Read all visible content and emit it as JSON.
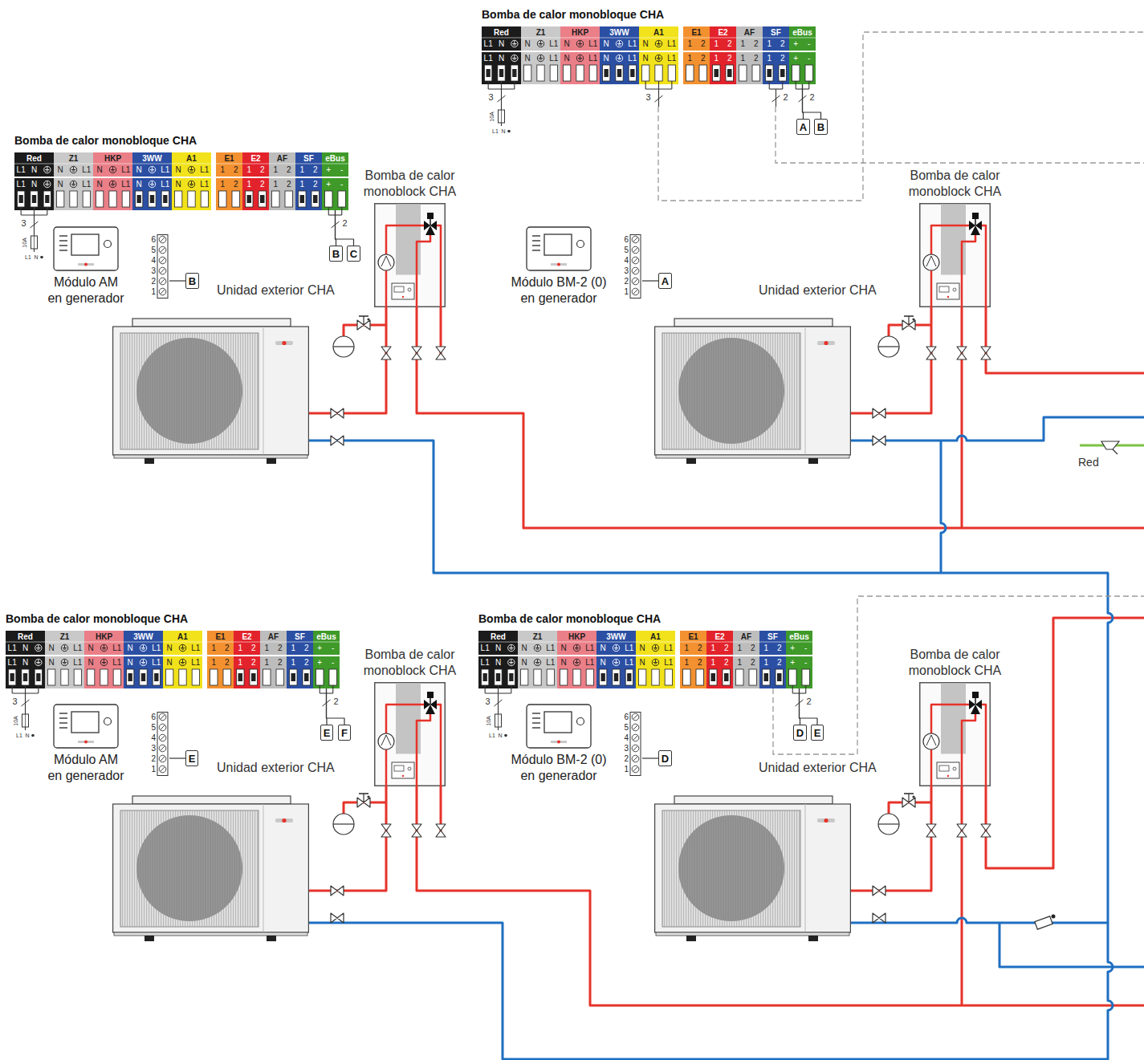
{
  "diagram": {
    "nodes": [
      {
        "text": [
          "Bomba de calor monobloque CHA"
        ]
      },
      {
        "text": [
          "B"
        ]
      },
      {
        "text": [
          "C"
        ]
      },
      {
        "text": [
          "Módulo AM en generador"
        ]
      },
      {
        "text": [
          "6",
          "5",
          "4",
          "3",
          "2",
          "1"
        ]
      },
      {
        "text": [
          "B"
        ]
      },
      {
        "text": [
          "Bomba de calor monoblock CHA"
        ]
      },
      {
        "text": [
          "Unidad exterior CHA"
        ]
      },
      {
        "text": [
          "Bomba de calor monobloque CHA"
        ]
      },
      {
        "text": [
          "A"
        ]
      },
      {
        "text": [
          "B"
        ]
      },
      {
        "text": [
          "Módulo BM-2 (0) en generador"
        ]
      },
      {
        "text": [
          "6",
          "5",
          "4",
          "3",
          "2",
          "1"
        ]
      },
      {
        "text": [
          "A"
        ]
      },
      {
        "text": [
          "Bomba de calor monoblock CHA"
        ]
      },
      {
        "text": [
          "Unidad exterior CHA"
        ]
      },
      {
        "text": [
          "Bomba de calor monobloque CHA"
        ]
      },
      {
        "text": [
          "E"
        ]
      },
      {
        "text": [
          "F"
        ]
      },
      {
        "text": [
          "Módulo AM en generador"
        ]
      },
      {
        "text": [
          "6",
          "5",
          "4",
          "3",
          "2",
          "1"
        ]
      },
      {
        "text": [
          "E"
        ]
      },
      {
        "text": [
          "Bomba de calor monoblock CHA"
        ]
      },
      {
        "text": [
          "Unidad exterior CHA"
        ]
      },
      {
        "text": [
          "Bomba de calor monobloque CHA"
        ]
      },
      {
        "text": [
          "D"
        ]
      },
      {
        "text": [
          "E"
        ]
      },
      {
        "text": [
          "Módulo BM-2 (0) en generador"
        ]
      },
      {
        "text": [
          "6",
          "5",
          "4",
          "3",
          "2",
          "1"
        ]
      },
      {
        "text": [
          "D"
        ]
      },
      {
        "text": [
          "Bomba de calor monoblock CHA"
        ]
      },
      {
        "text": [
          "Unidad exterior CHA"
        ]
      }
    ],
    "edges": [
      {
        "from": 0,
        "to": 1,
        "arrow": "none"
      },
      {
        "from": 0,
        "to": 2,
        "arrow": "none"
      },
      {
        "from": 4,
        "to": 5,
        "arrow": "none"
      },
      {
        "from": 7,
        "to": 6,
        "arrow": "none"
      },
      {
        "from": 8,
        "to": 9,
        "arrow": "none"
      },
      {
        "from": 8,
        "to": 10,
        "arrow": "none"
      },
      {
        "from": 12,
        "to": 13,
        "arrow": "none"
      },
      {
        "from": 15,
        "to": 14,
        "arrow": "none"
      },
      {
        "from": 16,
        "to": 17,
        "arrow": "none"
      },
      {
        "from": 16,
        "to": 18,
        "arrow": "none"
      },
      {
        "from": 20,
        "to": 21,
        "arrow": "none"
      },
      {
        "from": 23,
        "to": 22,
        "arrow": "none"
      },
      {
        "from": 24,
        "to": 25,
        "arrow": "none"
      },
      {
        "from": 24,
        "to": 26,
        "arrow": "none"
      },
      {
        "from": 28,
        "to": 29,
        "arrow": "none"
      },
      {
        "from": 31,
        "to": 30,
        "arrow": "none"
      }
    ],
    "labels": [
      "Red",
      "Z1",
      "HKP",
      "3WW",
      "A1",
      "E1",
      "E2",
      "AF",
      "SF",
      "eBus",
      "L1",
      "N",
      "N",
      "L1",
      "N",
      "L1",
      "N",
      "L1",
      "N",
      "L1",
      "1",
      "2",
      "1",
      "2",
      "1",
      "2",
      "1",
      "2",
      "+",
      "-",
      "L1",
      "N",
      "N",
      "L1",
      "N",
      "L1",
      "N",
      "L1",
      "N",
      "L1",
      "1",
      "2",
      "1",
      "2",
      "1",
      "2",
      "1",
      "2",
      "+",
      "-",
      "3",
      "2",
      "10A",
      "L1",
      "N",
      "Red",
      "Z1",
      "HKP",
      "3WW",
      "A1",
      "E1",
      "E2",
      "AF",
      "SF",
      "eBus",
      "L1",
      "N",
      "N",
      "L1",
      "N",
      "L1",
      "N",
      "L1",
      "N",
      "L1",
      "1",
      "2",
      "1",
      "2",
      "1",
      "2",
      "1",
      "2",
      "+",
      "-",
      "L1",
      "N",
      "N",
      "L1",
      "N",
      "L1",
      "N",
      "L1",
      "N",
      "L1",
      "1",
      "2",
      "1",
      "2",
      "1",
      "2",
      "1",
      "2",
      "+",
      "-",
      "3",
      "3",
      "2",
      "2",
      "10A",
      "L1",
      "N",
      "Red",
      "Z1",
      "HKP",
      "3WW",
      "A1",
      "E1",
      "E2",
      "AF",
      "SF",
      "eBus",
      "L1",
      "N",
      "N",
      "L1",
      "N",
      "L1",
      "N",
      "L1",
      "N",
      "L1",
      "1",
      "2",
      "1",
      "2",
      "1",
      "2",
      "1",
      "2",
      "+",
      "-",
      "L1",
      "N",
      "N",
      "L1",
      "N",
      "L1",
      "N",
      "L1",
      "N",
      "L1",
      "1",
      "2",
      "1",
      "2",
      "1",
      "2",
      "1",
      "2",
      "+",
      "-",
      "3",
      "2",
      "10A",
      "L1",
      "N",
      "Red",
      "Z1",
      "HKP",
      "3WW",
      "A1",
      "E1",
      "E2",
      "AF",
      "SF",
      "eBus",
      "L1",
      "N",
      "N",
      "L1",
      "N",
      "L1",
      "N",
      "L1",
      "N",
      "L1",
      "1",
      "2",
      "1",
      "2",
      "1",
      "2",
      "1",
      "2",
      "+",
      "-",
      "L1",
      "N",
      "N",
      "L1",
      "N",
      "L1",
      "N",
      "L1",
      "N",
      "L1",
      "1",
      "2",
      "1",
      "2",
      "1",
      "2",
      "1",
      "2",
      "+",
      "-",
      "3",
      "2",
      "10A",
      "L1",
      "N",
      "Red"
    ]
  }
}
